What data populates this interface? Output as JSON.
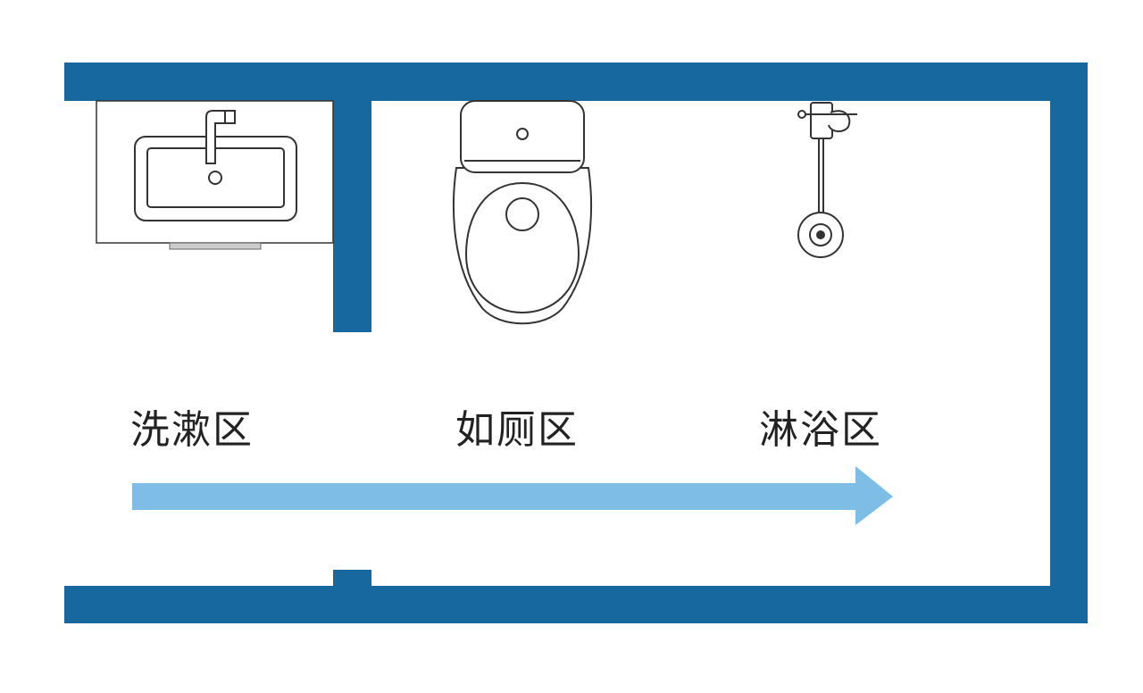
{
  "zones": [
    {
      "label": "洗漱区"
    },
    {
      "label": "如厕区"
    },
    {
      "label": "淋浴区"
    }
  ],
  "colors": {
    "wall": "#17689e",
    "arrow": "#7dbde6",
    "fixture_stroke": "#333333",
    "background": "#ffffff"
  }
}
